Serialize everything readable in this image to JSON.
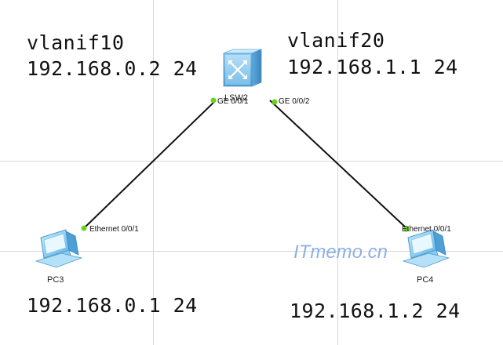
{
  "switch": {
    "name": "LSW2",
    "icon": "l3-switch-icon",
    "left_port": "GE 0/0/1",
    "right_port": "GE 0/0/2"
  },
  "vlanif_left": {
    "name": "vlanif10",
    "address": "192.168.0.2 24"
  },
  "vlanif_right": {
    "name": "vlanif20",
    "address": "192.168.1.1 24"
  },
  "pc_left": {
    "name": "PC3",
    "icon": "pc-icon",
    "port": "Ethernet 0/0/1",
    "address": "192.168.0.1 24"
  },
  "pc_right": {
    "name": "PC4",
    "icon": "pc-icon",
    "port": "Ethernet 0/0/1",
    "address": "192.168.1.2 24"
  },
  "watermark": "ITmemo.cn",
  "colors": {
    "link": "#111111",
    "port_up": "#6bd21f",
    "device_blue": "#8fd0f5",
    "watermark": "#8fb0e6"
  }
}
